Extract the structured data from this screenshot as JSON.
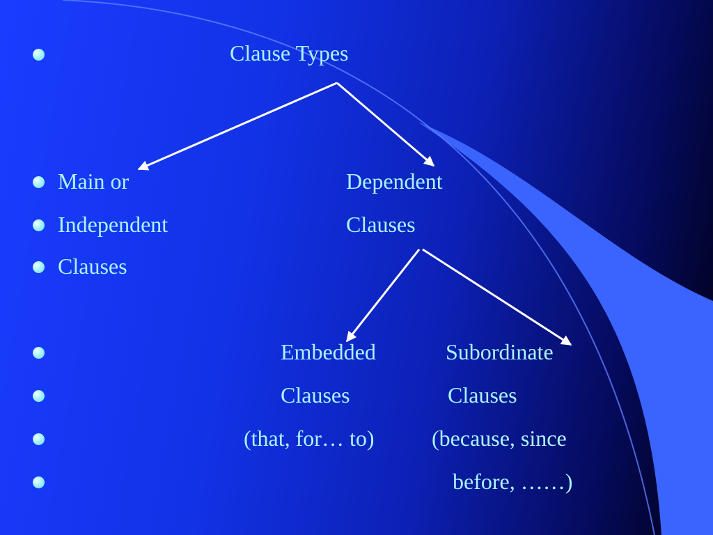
{
  "slide": {
    "title": "Clause Types",
    "main_clauses": [
      "Main or",
      "Independent",
      "Clauses"
    ],
    "dependent_clauses": [
      "Dependent",
      "Clauses"
    ],
    "embedded_clauses": [
      "Embedded",
      "Clauses",
      "(that, for… to)"
    ],
    "subordinate_clauses": [
      "Subordinate",
      "Clauses",
      "(because, since",
      "before, ……)"
    ],
    "colors": {
      "text": "#aaf4ff",
      "background": "#1a3cff",
      "arrow": "#ffffff",
      "accent_shape": "#3b64ff"
    },
    "icons": [
      "bullet-dot-icon",
      "arrow-icon"
    ]
  }
}
